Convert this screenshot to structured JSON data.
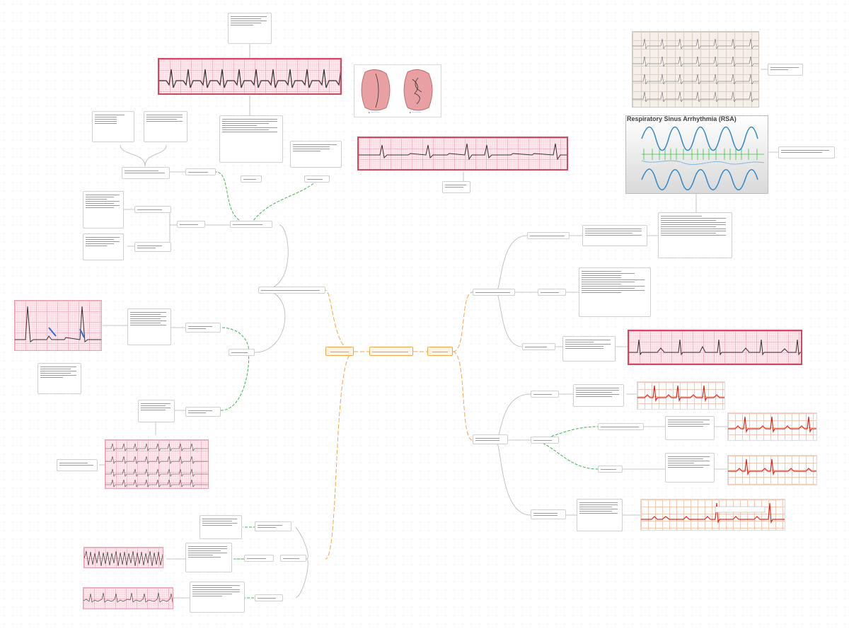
{
  "central_node": "",
  "rsa_chart_title": "Respiratory Sinus Arrhythmia (RSA)",
  "colors": {
    "orange_edge": "#f0a64a",
    "green_edge": "#3cb44b",
    "gray_edge": "#b0b0b0",
    "ecg_trace": "#333333",
    "ecg_red_trace": "#e0261a",
    "rsa_blue": "#2f87c9",
    "rsa_green": "#39c33f"
  },
  "icons": [
    "heart-anatomy-image",
    "ecg-strip-image",
    "rsa-waveform-image"
  ]
}
